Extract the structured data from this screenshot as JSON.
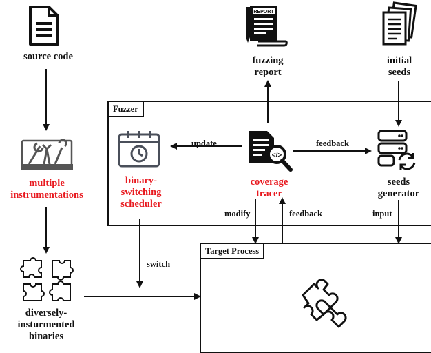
{
  "nodes": {
    "source_code": "source code",
    "fuzzing_report": [
      "fuzzing",
      "report"
    ],
    "initial_seeds": [
      "initial",
      "seeds"
    ],
    "multiple_instrumentations": [
      "multiple",
      "instrumentations"
    ],
    "binary_switching_scheduler": [
      "binary-",
      "switching",
      "scheduler"
    ],
    "coverage_tracer": [
      "coverage",
      "tracer"
    ],
    "seeds_generator": [
      "seeds",
      "generator"
    ],
    "diversely_instrumented_binaries": [
      "diversely-",
      "insturmented",
      "binaries"
    ]
  },
  "containers": {
    "fuzzer": "Fuzzer",
    "target_process": "Target Process"
  },
  "edges": {
    "update": "update",
    "feedback_right": "feedback",
    "modify": "modify",
    "feedback_up": "feedback",
    "input": "input",
    "switch": "switch"
  },
  "icons": {
    "report_badge": "REPORT"
  },
  "colors": {
    "highlight": "#e8191f",
    "stroke": "#111111"
  }
}
